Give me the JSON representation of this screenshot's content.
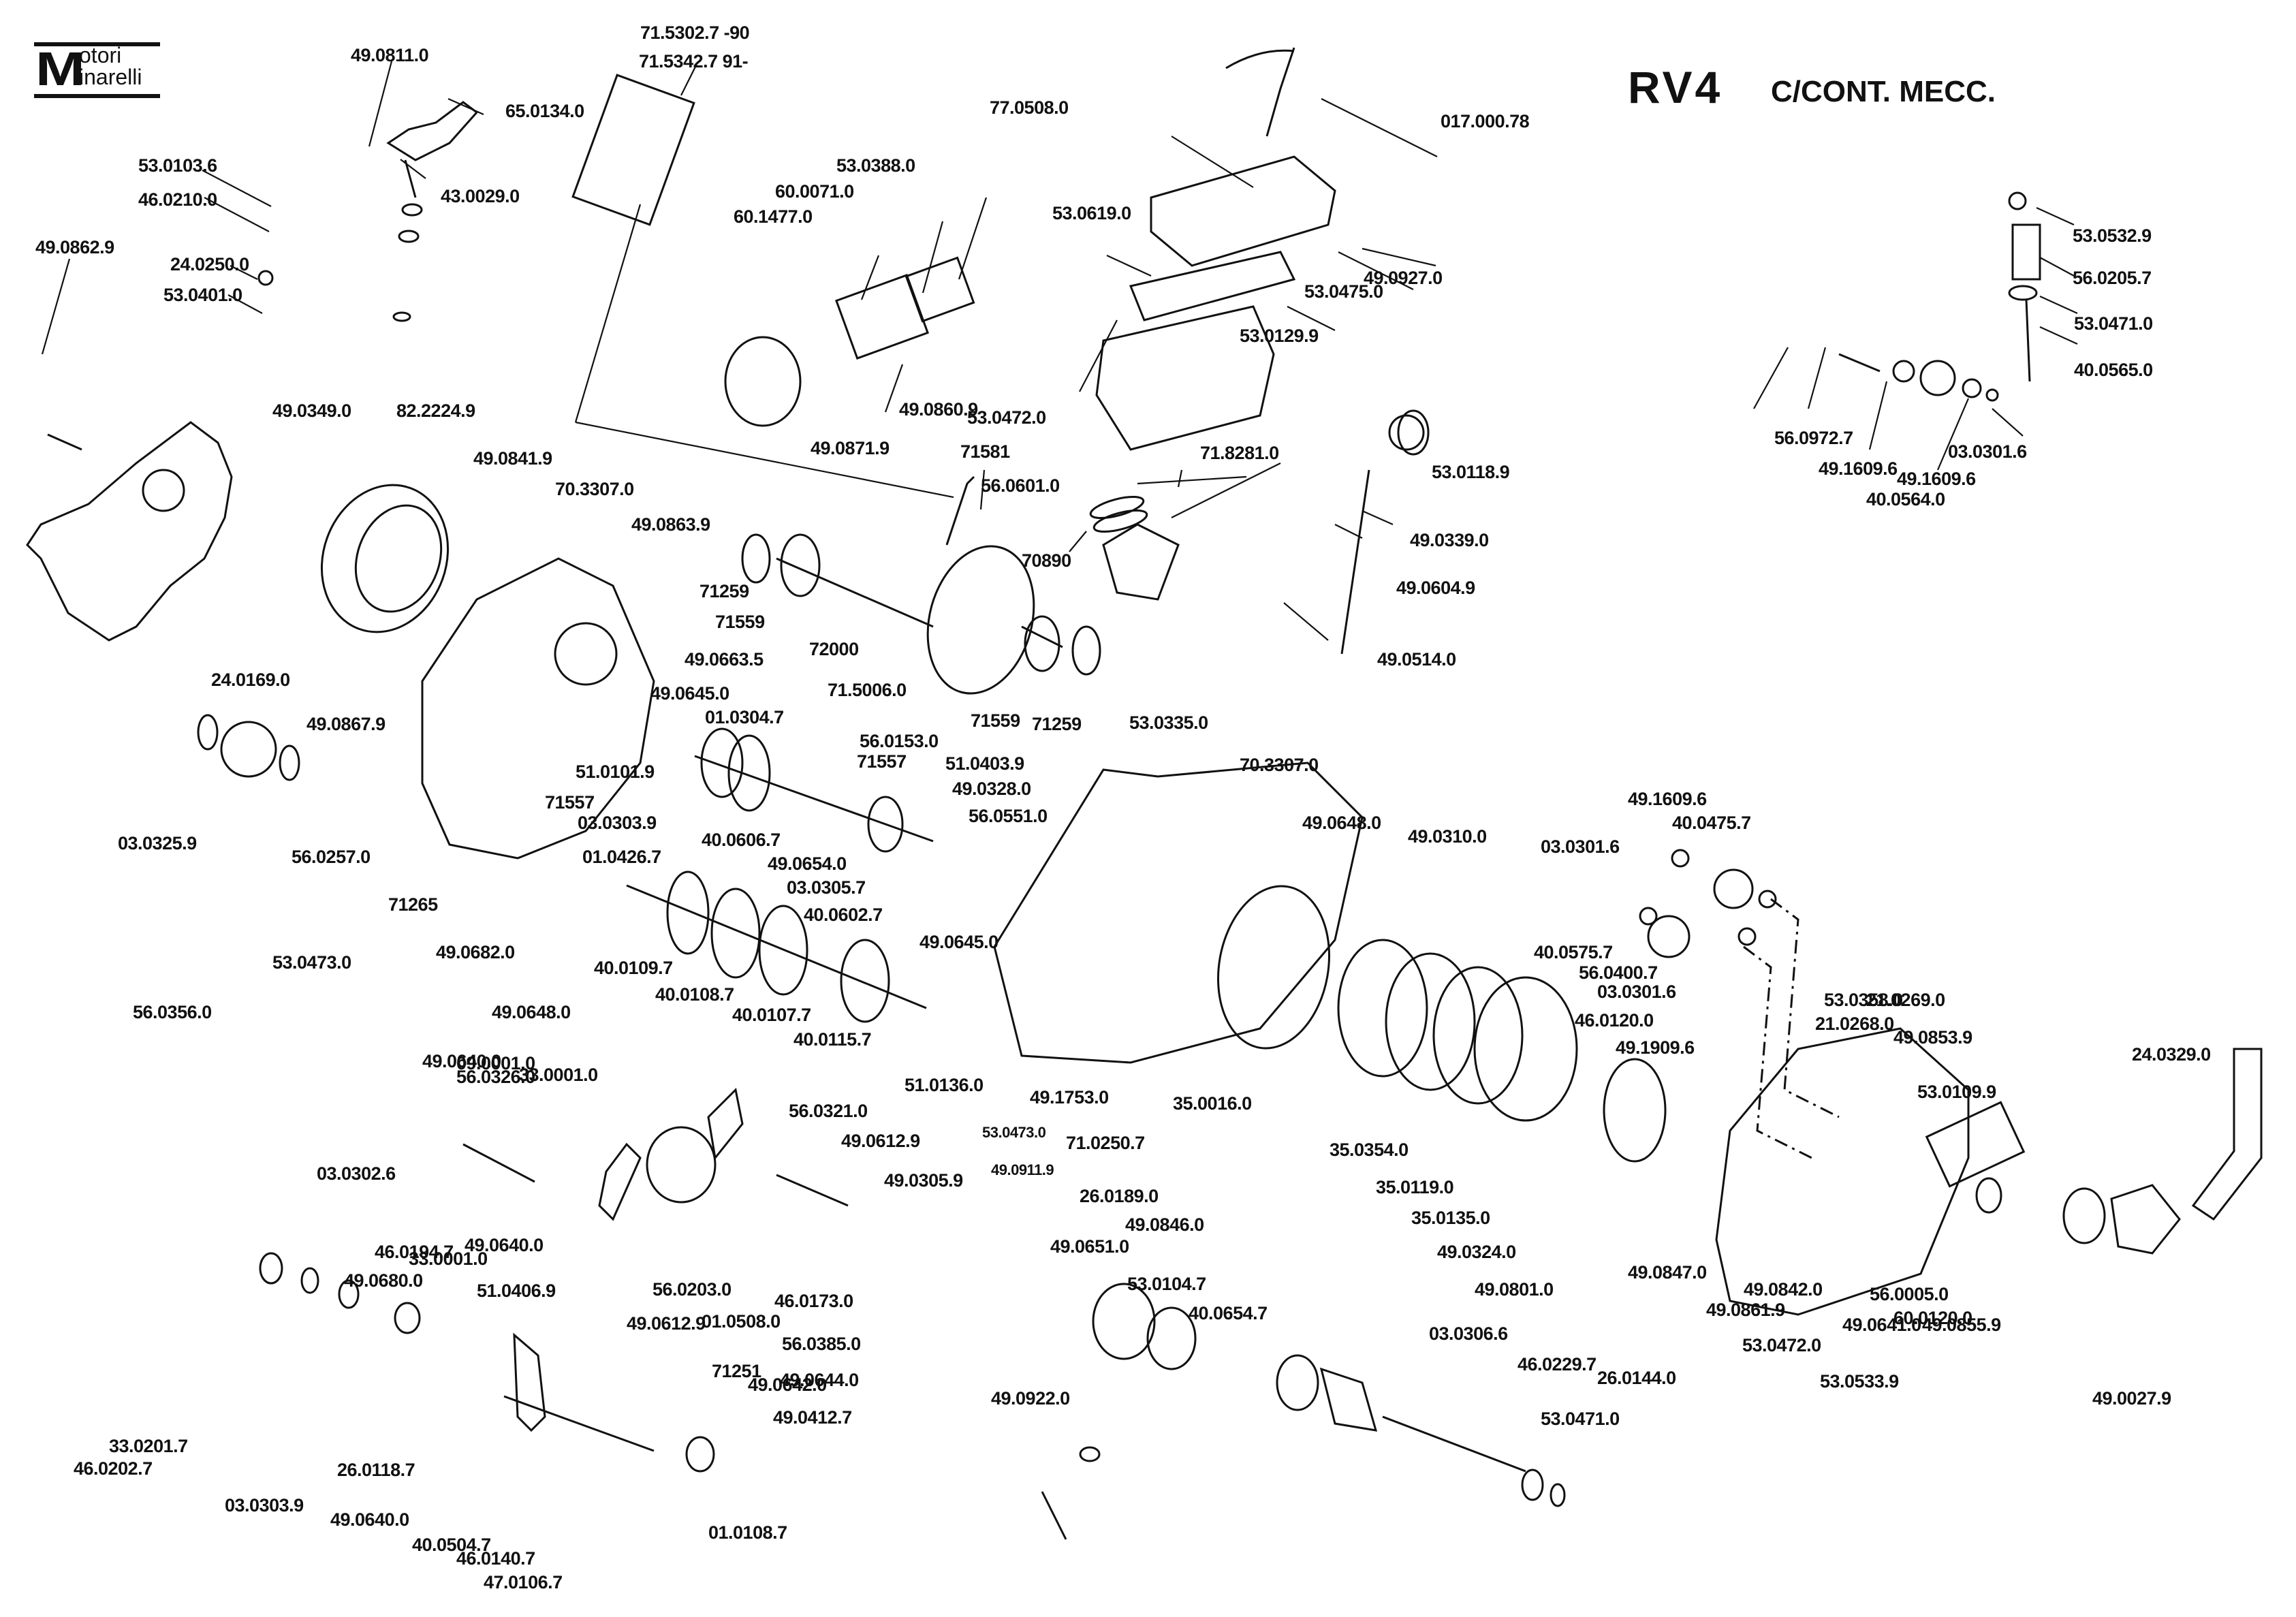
{
  "brand": {
    "line1": "otori",
    "line2": "inarelli",
    "initial": "M"
  },
  "title": {
    "model": "RV4",
    "variant": "C/CONT. MECC."
  },
  "parts": [
    {
      "id": "p1",
      "code": "49.0811.0"
    },
    {
      "id": "p2",
      "code": "65.0134.0"
    },
    {
      "id": "p3",
      "code": "43.0029.0"
    },
    {
      "id": "p4",
      "code": "53.0103.6"
    },
    {
      "id": "p5",
      "code": "46.0210.0"
    },
    {
      "id": "p6",
      "code": "24.0250.0"
    },
    {
      "id": "p7",
      "code": "53.0401.0"
    },
    {
      "id": "p8",
      "code": "49.0862.9"
    },
    {
      "id": "p9",
      "code": "71.5302.7  -90"
    },
    {
      "id": "p10",
      "code": "71.5342.7   91-"
    },
    {
      "id": "p11",
      "code": "77.0508.0"
    },
    {
      "id": "p12",
      "code": "017.000.78"
    },
    {
      "id": "p13",
      "code": "53.0388.0"
    },
    {
      "id": "p14",
      "code": "60.0071.0"
    },
    {
      "id": "p15",
      "code": "60.1477.0"
    },
    {
      "id": "p16",
      "code": "53.0619.0"
    },
    {
      "id": "p17",
      "code": "53.0475.0"
    },
    {
      "id": "p18",
      "code": "49.0927.0"
    },
    {
      "id": "p19",
      "code": "53.0129.9"
    },
    {
      "id": "p20",
      "code": "53.0472.0"
    },
    {
      "id": "p21",
      "code": "49.0860.9"
    },
    {
      "id": "p22",
      "code": "49.0871.9"
    },
    {
      "id": "p23",
      "code": "53.0118.9"
    },
    {
      "id": "p24",
      "code": "71581"
    },
    {
      "id": "p25",
      "code": "56.0601.0"
    },
    {
      "id": "p26",
      "code": "71.8281.0"
    },
    {
      "id": "p27",
      "code": "49.0339.0"
    },
    {
      "id": "p28",
      "code": "49.0604.9"
    },
    {
      "id": "p29",
      "code": "70890"
    },
    {
      "id": "p30",
      "code": "49.0514.0"
    },
    {
      "id": "p31",
      "code": "53.0532.9"
    },
    {
      "id": "p32",
      "code": "56.0205.7"
    },
    {
      "id": "p33",
      "code": "53.0471.0"
    },
    {
      "id": "p34",
      "code": "40.0565.0"
    },
    {
      "id": "p35",
      "code": "56.0972.7"
    },
    {
      "id": "p36",
      "code": "49.1609.6"
    },
    {
      "id": "p37",
      "code": "49.1609.6"
    },
    {
      "id": "p38",
      "code": "03.0301.6"
    },
    {
      "id": "p39",
      "code": "40.0564.0"
    },
    {
      "id": "p40",
      "code": "49.0349.0"
    },
    {
      "id": "p41",
      "code": "82.2224.9"
    },
    {
      "id": "p42",
      "code": "49.0841.9"
    },
    {
      "id": "p43",
      "code": "70.3307.0"
    },
    {
      "id": "p44",
      "code": "49.0863.9"
    },
    {
      "id": "p45",
      "code": "24.0169.0"
    },
    {
      "id": "p46",
      "code": "49.0867.9"
    },
    {
      "id": "p47",
      "code": "03.0325.9"
    },
    {
      "id": "p48",
      "code": "71259"
    },
    {
      "id": "p49",
      "code": "71559"
    },
    {
      "id": "p50",
      "code": "49.0663.5"
    },
    {
      "id": "p51",
      "code": "72000"
    },
    {
      "id": "p52",
      "code": "71.5006.0"
    },
    {
      "id": "p53",
      "code": "71559"
    },
    {
      "id": "p54",
      "code": "71259"
    },
    {
      "id": "p55",
      "code": "49.0645.0"
    },
    {
      "id": "p56",
      "code": "01.0304.7"
    },
    {
      "id": "p57",
      "code": "51.0101.9"
    },
    {
      "id": "p58",
      "code": "56.0153.0"
    },
    {
      "id": "p59",
      "code": "71557"
    },
    {
      "id": "p60",
      "code": "51.0403.9"
    },
    {
      "id": "p61",
      "code": "49.0328.0"
    },
    {
      "id": "p62",
      "code": "56.0551.0"
    },
    {
      "id": "p63",
      "code": "71557"
    },
    {
      "id": "p64",
      "code": "03.0303.9"
    },
    {
      "id": "p65",
      "code": "40.0606.7"
    },
    {
      "id": "p66",
      "code": "01.0426.7"
    },
    {
      "id": "p67",
      "code": "49.0654.0"
    },
    {
      "id": "p68",
      "code": "03.0305.7"
    },
    {
      "id": "p69",
      "code": "40.0602.7"
    },
    {
      "id": "p70",
      "code": "56.0257.0"
    },
    {
      "id": "p71",
      "code": "71265"
    },
    {
      "id": "p72",
      "code": "49.0682.0"
    },
    {
      "id": "p73",
      "code": "40.0109.7"
    },
    {
      "id": "p74",
      "code": "40.0108.7"
    },
    {
      "id": "p75",
      "code": "40.0107.7"
    },
    {
      "id": "p76",
      "code": "40.0115.7"
    },
    {
      "id": "p77",
      "code": "49.0645.0"
    },
    {
      "id": "p78",
      "code": "51.0136.0"
    },
    {
      "id": "p79",
      "code": "53.0473.0"
    },
    {
      "id": "p80",
      "code": "56.0356.0"
    },
    {
      "id": "p81",
      "code": "49.0648.0"
    },
    {
      "id": "p82",
      "code": "53.0335.0"
    },
    {
      "id": "p83",
      "code": "70.3307.0"
    },
    {
      "id": "p84",
      "code": "49.0648.0"
    },
    {
      "id": "p85",
      "code": "49.0310.0"
    },
    {
      "id": "p86",
      "code": "49.1609.6"
    },
    {
      "id": "p87",
      "code": "40.0475.7"
    },
    {
      "id": "p88",
      "code": "03.0301.6"
    },
    {
      "id": "p89",
      "code": "40.0575.7"
    },
    {
      "id": "p90",
      "code": "56.0400.7"
    },
    {
      "id": "p91",
      "code": "03.0301.6"
    },
    {
      "id": "p92",
      "code": "46.0120.0"
    },
    {
      "id": "p93",
      "code": "49.1909.6"
    },
    {
      "id": "p94",
      "code": "53.0358.0"
    },
    {
      "id": "p95",
      "code": "21.0269.0"
    },
    {
      "id": "p96",
      "code": "21.0268.0"
    },
    {
      "id": "p97",
      "code": "49.0853.9"
    },
    {
      "id": "p98",
      "code": "24.0329.0"
    },
    {
      "id": "p99",
      "code": "53.0109.9"
    },
    {
      "id": "p100",
      "code": "56.0326.0"
    },
    {
      "id": "p101",
      "code": "49.0640.0"
    },
    {
      "id": "p102",
      "code": "33.0001.0"
    },
    {
      "id": "p103",
      "code": "09.0001.0"
    },
    {
      "id": "p104",
      "code": "56.0321.0"
    },
    {
      "id": "p105",
      "code": "49.0612.9"
    },
    {
      "id": "p106",
      "code": "49.0305.9"
    },
    {
      "id": "p107",
      "code": "33.0001.0"
    },
    {
      "id": "p108",
      "code": "49.0640.0"
    },
    {
      "id": "p109",
      "code": "53.0473.0"
    },
    {
      "id": "p110",
      "code": "49.0911.9"
    },
    {
      "id": "p111",
      "code": "49.1753.0"
    },
    {
      "id": "p112",
      "code": "71.0250.7"
    },
    {
      "id": "p113",
      "code": "26.0189.0"
    },
    {
      "id": "p114",
      "code": "49.0846.0"
    },
    {
      "id": "p115",
      "code": "35.0016.0"
    },
    {
      "id": "p116",
      "code": "35.0354.0"
    },
    {
      "id": "p117",
      "code": "35.0119.0"
    },
    {
      "id": "p118",
      "code": "35.0135.0"
    },
    {
      "id": "p119",
      "code": "49.0324.0"
    },
    {
      "id": "p120",
      "code": "49.0801.0"
    },
    {
      "id": "p121",
      "code": "49.0847.0"
    },
    {
      "id": "p122",
      "code": "26.0144.0"
    },
    {
      "id": "p123",
      "code": "49.0861.9"
    },
    {
      "id": "p124",
      "code": "49.0842.0"
    },
    {
      "id": "p125",
      "code": "53.0472.0"
    },
    {
      "id": "p126",
      "code": "53.0533.9"
    },
    {
      "id": "p127",
      "code": "49.0641.0"
    },
    {
      "id": "p128",
      "code": "56.0005.0"
    },
    {
      "id": "p129",
      "code": "60.0120.0"
    },
    {
      "id": "p130",
      "code": "49.0855.9"
    },
    {
      "id": "p131",
      "code": "49.0027.9"
    },
    {
      "id": "p132",
      "code": "03.0302.6"
    },
    {
      "id": "p133",
      "code": "46.0194.7"
    },
    {
      "id": "p134",
      "code": "49.0680.0"
    },
    {
      "id": "p135",
      "code": "51.0406.9"
    },
    {
      "id": "p136",
      "code": "56.0203.0"
    },
    {
      "id": "p137",
      "code": "46.0173.0"
    },
    {
      "id": "p138",
      "code": "01.0508.0"
    },
    {
      "id": "p139",
      "code": "56.0385.0"
    },
    {
      "id": "p140",
      "code": "49.0612.9"
    },
    {
      "id": "p141",
      "code": "71251"
    },
    {
      "id": "p142",
      "code": "49.0642.0"
    },
    {
      "id": "p143",
      "code": "49.0644.0"
    },
    {
      "id": "p144",
      "code": "49.0412.7"
    },
    {
      "id": "p145",
      "code": "33.0201.7"
    },
    {
      "id": "p146",
      "code": "46.0202.7"
    },
    {
      "id": "p147",
      "code": "03.0303.9"
    },
    {
      "id": "p148",
      "code": "26.0118.7"
    },
    {
      "id": "p149",
      "code": "49.0640.0"
    },
    {
      "id": "p150",
      "code": "40.0504.7"
    },
    {
      "id": "p151",
      "code": "46.0140.7"
    },
    {
      "id": "p152",
      "code": "47.0106.7"
    },
    {
      "id": "p153",
      "code": "01.0108.7"
    },
    {
      "id": "p154",
      "code": "49.0651.0"
    },
    {
      "id": "p155",
      "code": "53.0104.7"
    },
    {
      "id": "p156",
      "code": "40.0654.7"
    },
    {
      "id": "p157",
      "code": "03.0306.6"
    },
    {
      "id": "p158",
      "code": "46.0229.7"
    },
    {
      "id": "p159",
      "code": "53.0471.0"
    },
    {
      "id": "p160",
      "code": "49.0922.0"
    }
  ]
}
